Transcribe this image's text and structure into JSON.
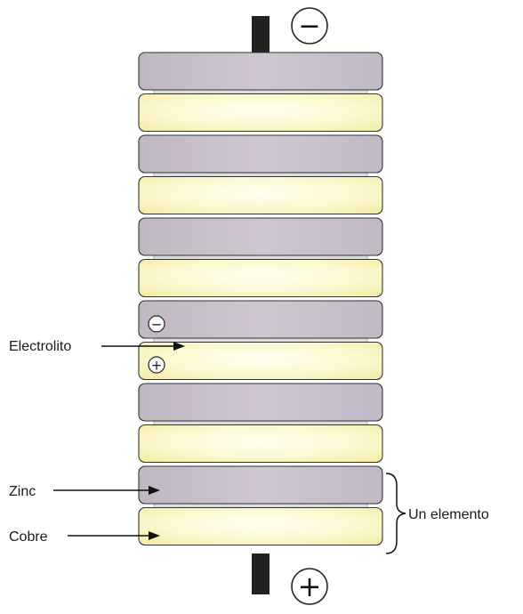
{
  "terminals": {
    "negative_symbol": "−",
    "positive_symbol": "+"
  },
  "stack": {
    "order_top_to_bottom": [
      "zinc",
      "cobre",
      "zinc",
      "cobre",
      "zinc",
      "cobre",
      "zinc",
      "cobre",
      "zinc",
      "cobre",
      "zinc",
      "cobre"
    ],
    "colors": {
      "zinc": "#c8bfcc",
      "cobre": "#fbf7c8",
      "electrolito": "#dcdcdc",
      "terminal": "#222222",
      "outline": "#333333"
    }
  },
  "element_markers": {
    "negative_symbol": "−",
    "positive_symbol": "+"
  },
  "labels": {
    "electrolito": "Electrolito",
    "zinc": "Zinc",
    "cobre": "Cobre",
    "un_elemento": "Un elemento"
  }
}
